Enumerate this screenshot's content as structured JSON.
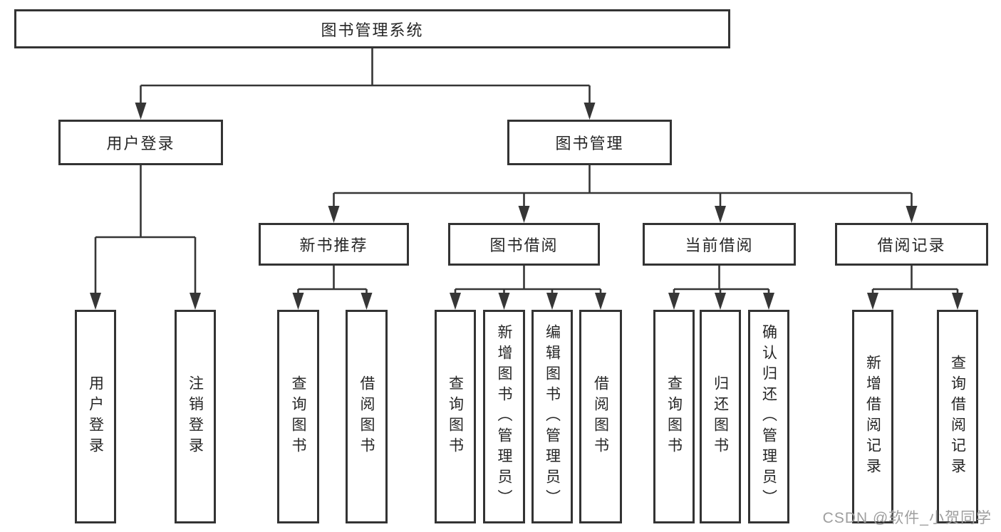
{
  "tree": {
    "root": {
      "label": "图书管理系统"
    },
    "level2": [
      {
        "label": "用户登录",
        "children": [
          {
            "label": "用户登录"
          },
          {
            "label": "注销登录"
          }
        ]
      },
      {
        "label": "图书管理",
        "children": [
          {
            "label": "新书推荐",
            "children": [
              {
                "label": "查询图书"
              },
              {
                "label": "借阅图书"
              }
            ]
          },
          {
            "label": "图书借阅",
            "children": [
              {
                "label": "查询图书"
              },
              {
                "label": "新增图书（管理员）"
              },
              {
                "label": "编辑图书（管理员）"
              },
              {
                "label": "借阅图书"
              }
            ]
          },
          {
            "label": "当前借阅",
            "children": [
              {
                "label": "查询图书"
              },
              {
                "label": "归还图书"
              },
              {
                "label": "确认归还（管理员）"
              }
            ]
          },
          {
            "label": "借阅记录",
            "children": [
              {
                "label": "新增借阅记录"
              },
              {
                "label": "查询借阅记录"
              }
            ]
          }
        ]
      }
    ]
  },
  "watermark": {
    "text": "CSDN @软件_小贺同学"
  },
  "colors": {
    "line": "#363636",
    "box_border": "#333333",
    "text": "#262626",
    "watermark": "#9e9e9e",
    "background": "#ffffff"
  }
}
